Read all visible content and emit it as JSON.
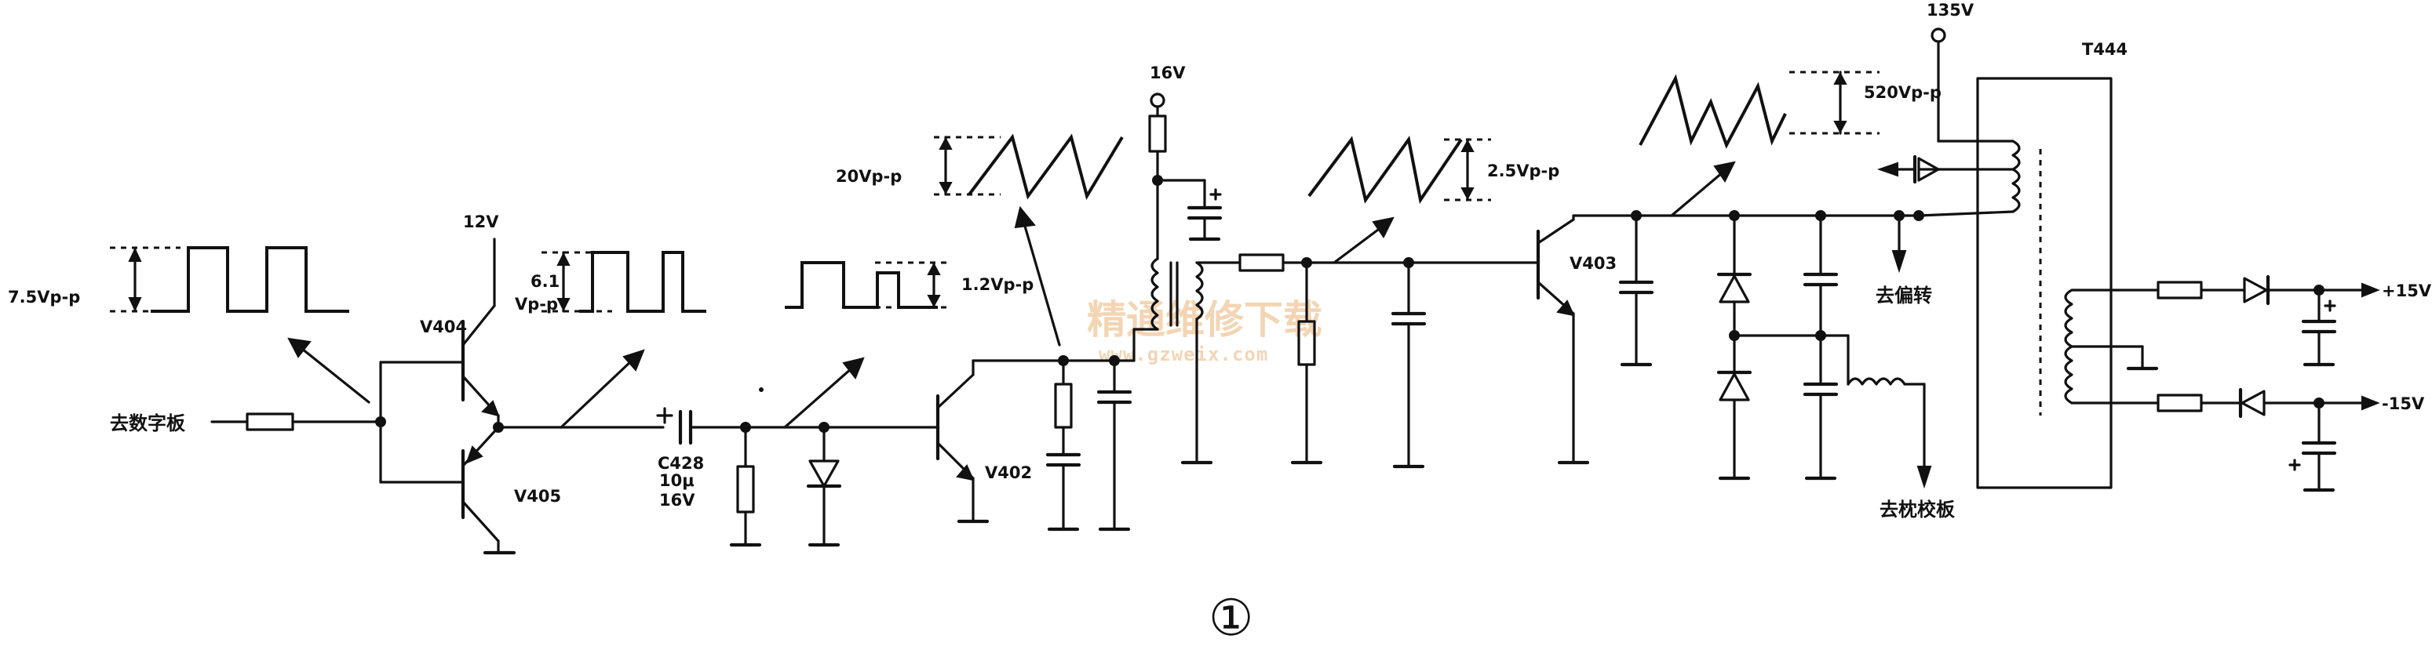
{
  "labels": {
    "amp_7_5": "7.5Vp-p",
    "to_digital_board": "去数字板",
    "v12": "12V",
    "v404": "V404",
    "v405": "V405",
    "amp_6_1_a": "6.1",
    "amp_6_1_b": "Vp-p",
    "c428_a": "C428",
    "c428_b": "10μ",
    "c428_c": "16V",
    "amp_1_2": "1.2Vp-p",
    "v402": "V402",
    "amp_20": "20Vp-p",
    "v16": "16V",
    "amp_2_5": "2.5Vp-p",
    "v403": "V403",
    "amp_520": "520Vp-p",
    "v135": "135V",
    "t444": "T444",
    "to_deflection": "去偏转",
    "to_pillow_board": "去枕校板",
    "plus15": "+15V",
    "minus15": "-15V",
    "figure_number": "①"
  },
  "watermark": {
    "title": "精通维修下载",
    "url": "www.gzweix.com",
    "color": "#f0c89c"
  }
}
